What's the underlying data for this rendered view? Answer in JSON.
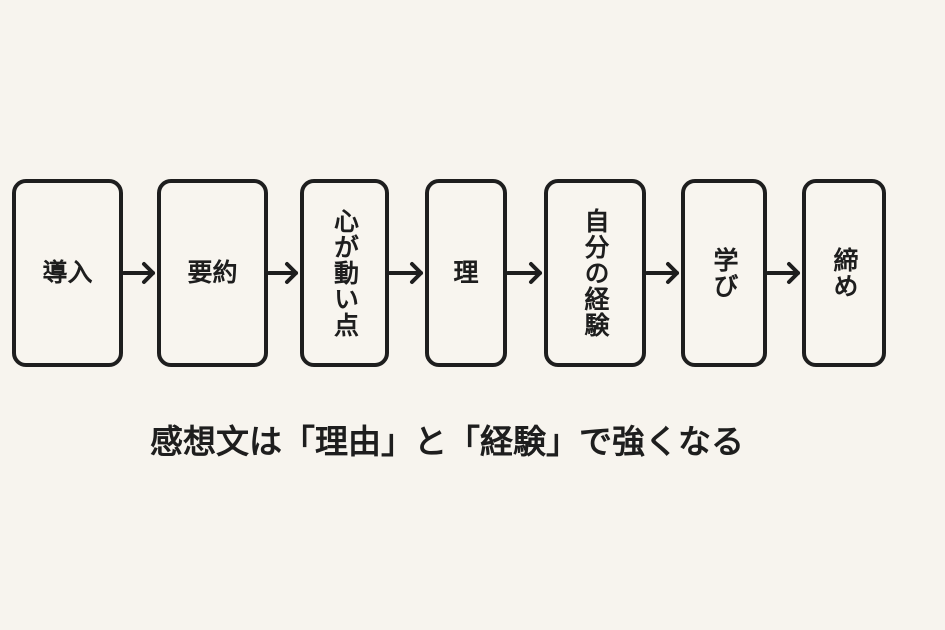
{
  "diagram": {
    "type": "flow",
    "direction": "left-to-right",
    "steps": [
      {
        "label": "導入",
        "orientation": "horizontal"
      },
      {
        "label": "要約",
        "orientation": "horizontal"
      },
      {
        "label": "心が動い点",
        "orientation": "vertical"
      },
      {
        "label": "理",
        "orientation": "horizontal"
      },
      {
        "label": "自分の経験",
        "orientation": "vertical"
      },
      {
        "label": "学び",
        "orientation": "vertical"
      },
      {
        "label": "締め",
        "orientation": "vertical"
      }
    ],
    "arrows": [
      {
        "from": 0,
        "to": 1,
        "icon": "arrow-right-icon"
      },
      {
        "from": 1,
        "to": 2,
        "icon": "arrow-right-icon"
      },
      {
        "from": 2,
        "to": 3,
        "icon": "arrow-right-icon"
      },
      {
        "from": 3,
        "to": 4,
        "icon": "arrow-right-icon"
      },
      {
        "from": 4,
        "to": 5,
        "icon": "arrow-right-icon"
      },
      {
        "from": 5,
        "to": 6,
        "icon": "arrow-right-icon"
      }
    ],
    "caption": "感想文は「理由」と「経験」で強くなる"
  },
  "colors": {
    "background": "#f7f4ee",
    "stroke": "#1e1e1e",
    "text": "#1e1e1e"
  }
}
